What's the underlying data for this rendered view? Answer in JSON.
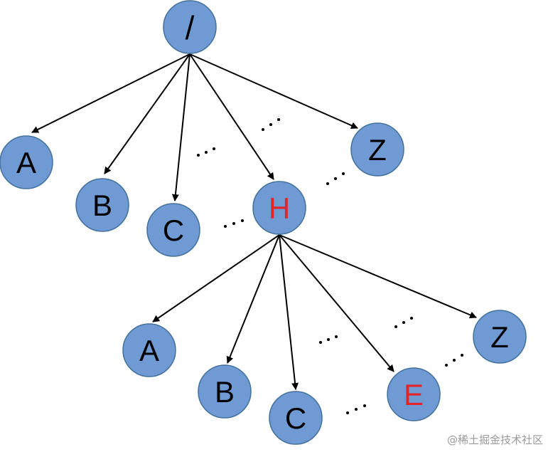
{
  "colors": {
    "node_fill": "#6f9ad4",
    "node_stroke": "#41719c",
    "text_default": "#000000",
    "text_highlight": "#e0262a",
    "edge": "#000000"
  },
  "tree": {
    "root": {
      "label": "/"
    },
    "level1": [
      {
        "label": "A",
        "highlight": false
      },
      {
        "label": "B",
        "highlight": false
      },
      {
        "label": "C",
        "highlight": false
      },
      {
        "label": "H",
        "highlight": true
      },
      {
        "label": "Z",
        "highlight": false
      }
    ],
    "level2": [
      {
        "label": "A",
        "highlight": false
      },
      {
        "label": "B",
        "highlight": false
      },
      {
        "label": "C",
        "highlight": false
      },
      {
        "label": "E",
        "highlight": true
      },
      {
        "label": "Z",
        "highlight": false
      }
    ]
  },
  "watermark": "@稀土掘金技术社区"
}
